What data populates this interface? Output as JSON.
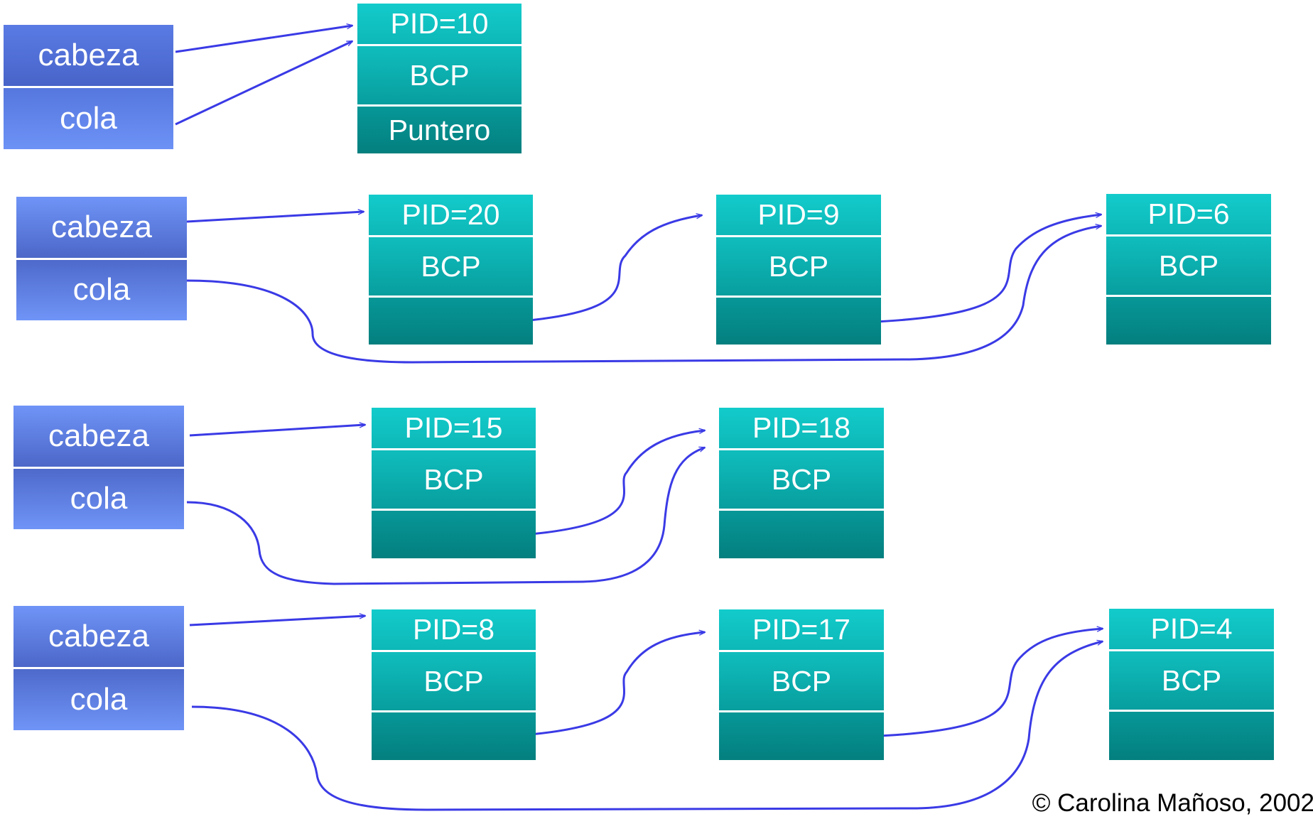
{
  "queues": [
    {
      "head_label": "cabeza",
      "tail_label": "cola",
      "nodes": [
        {
          "pid": "PID=10",
          "block": "BCP",
          "pointer": "Puntero"
        }
      ]
    },
    {
      "head_label": "cabeza",
      "tail_label": "cola",
      "nodes": [
        {
          "pid": "PID=20",
          "block": "BCP",
          "pointer": ""
        },
        {
          "pid": "PID=9",
          "block": "BCP",
          "pointer": ""
        },
        {
          "pid": "PID=6",
          "block": "BCP",
          "pointer": ""
        }
      ]
    },
    {
      "head_label": "cabeza",
      "tail_label": "cola",
      "nodes": [
        {
          "pid": "PID=15",
          "block": "BCP",
          "pointer": ""
        },
        {
          "pid": "PID=18",
          "block": "BCP",
          "pointer": ""
        }
      ]
    },
    {
      "head_label": "cabeza",
      "tail_label": "cola",
      "nodes": [
        {
          "pid": "PID=8",
          "block": "BCP",
          "pointer": ""
        },
        {
          "pid": "PID=17",
          "block": "BCP",
          "pointer": ""
        },
        {
          "pid": "PID=4",
          "block": "BCP",
          "pointer": ""
        }
      ]
    }
  ],
  "copyright": "© Carolina Mañoso, 2002",
  "colors": {
    "header_blue": "#5a79de",
    "node_teal": "#0eb8b8",
    "arrow": "#3a3ae6"
  }
}
